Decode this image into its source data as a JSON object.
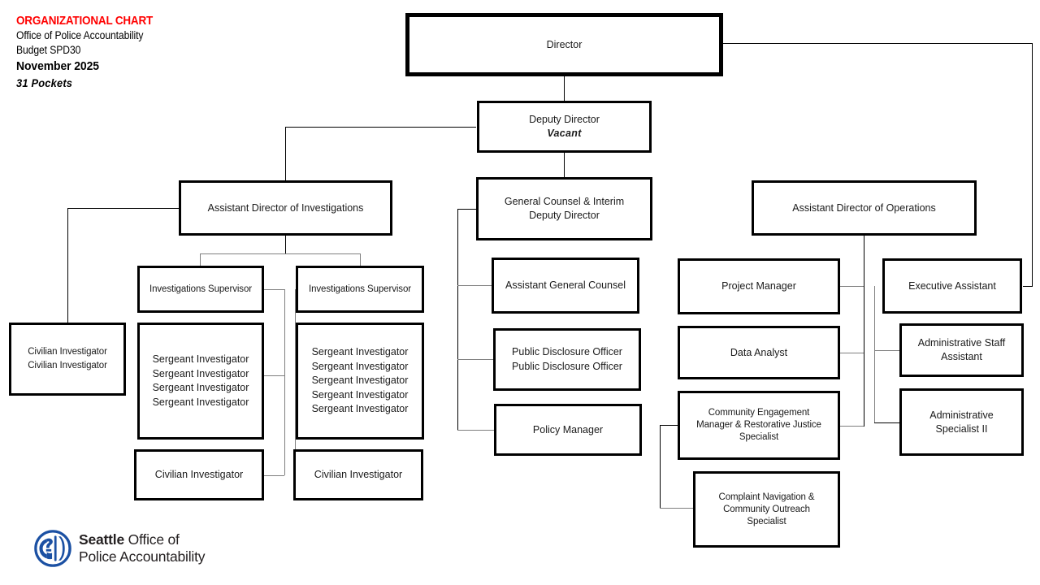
{
  "header": {
    "title": "ORGANIZATIONAL CHART",
    "department": "Office of Police Accountability",
    "budget": "Budget SPD30",
    "date": "November 2025",
    "positions": "31 Pockets"
  },
  "logo": {
    "icon": "seattle-city-seal-icon",
    "brand_strong": "Seattle",
    "brand_rest": " Office of",
    "brand_line2": "Police Accountability",
    "color": "#1b50a3"
  },
  "chart_data": {
    "type": "diagram",
    "title": "Office of Police Accountability Organizational Chart",
    "nodes": [
      {
        "id": "director",
        "label": "Director",
        "level": 0
      },
      {
        "id": "deputy-director",
        "label": "Deputy Director",
        "sublabel": "Vacant",
        "level": 1
      },
      {
        "id": "asst-dir-investigations",
        "label": "Assistant Director of Investigations",
        "level": 2
      },
      {
        "id": "general-counsel",
        "label": "General Counsel & Interim\nDeputy Director",
        "level": 2
      },
      {
        "id": "asst-dir-operations",
        "label": "Assistant Director of Operations",
        "level": 2
      },
      {
        "id": "investigations-supervisor-1",
        "label": "Investigations Supervisor",
        "level": 3
      },
      {
        "id": "investigations-supervisor-2",
        "label": "Investigations Supervisor",
        "level": 3
      },
      {
        "id": "civilian-investigator-pair",
        "label": "Civilian Investigator\nCivilian Investigator",
        "level": 3
      },
      {
        "id": "sergeant-group-1",
        "label": "Sergeant Investigator\nSergeant Investigator\nSergeant Investigator\nSergeant Investigator",
        "level": 4
      },
      {
        "id": "sergeant-group-2",
        "label": "Sergeant Investigator\nSergeant Investigator\nSergeant Investigator\nSergeant Investigator\nSergeant Investigator",
        "level": 4
      },
      {
        "id": "civilian-investigator-1",
        "label": "Civilian Investigator",
        "level": 4
      },
      {
        "id": "civilian-investigator-2",
        "label": "Civilian Investigator",
        "level": 4
      },
      {
        "id": "assistant-general-counsel",
        "label": "Assistant General Counsel",
        "level": 3
      },
      {
        "id": "public-disclosure-officers",
        "label": "Public Disclosure Officer\nPublic Disclosure Officer",
        "level": 3
      },
      {
        "id": "policy-manager",
        "label": "Policy Manager",
        "level": 3
      },
      {
        "id": "project-manager",
        "label": "Project Manager",
        "level": 3
      },
      {
        "id": "data-analyst",
        "label": "Data Analyst",
        "level": 3
      },
      {
        "id": "community-engagement-manager",
        "label": "Community Engagement\nManager & Restorative Justice\nSpecialist",
        "level": 3
      },
      {
        "id": "complaint-navigation-specialist",
        "label": "Complaint Navigation &\nCommunity Outreach\nSpecialist",
        "level": 4
      },
      {
        "id": "executive-assistant",
        "label": "Executive Assistant",
        "level": 3
      },
      {
        "id": "administrative-staff-assistant",
        "label": "Administrative Staff\nAssistant",
        "level": 3
      },
      {
        "id": "administrative-specialist-ii",
        "label": "Administrative Specialist II",
        "level": 3
      }
    ],
    "edges": [
      {
        "from": "director",
        "to": "deputy-director"
      },
      {
        "from": "director",
        "to": "executive-assistant"
      },
      {
        "from": "deputy-director",
        "to": "asst-dir-investigations"
      },
      {
        "from": "deputy-director",
        "to": "general-counsel"
      },
      {
        "from": "asst-dir-investigations",
        "to": "investigations-supervisor-1"
      },
      {
        "from": "asst-dir-investigations",
        "to": "investigations-supervisor-2"
      },
      {
        "from": "asst-dir-investigations",
        "to": "civilian-investigator-pair"
      },
      {
        "from": "investigations-supervisor-1",
        "to": "sergeant-group-1"
      },
      {
        "from": "investigations-supervisor-1",
        "to": "civilian-investigator-1"
      },
      {
        "from": "investigations-supervisor-2",
        "to": "sergeant-group-2"
      },
      {
        "from": "investigations-supervisor-2",
        "to": "civilian-investigator-2"
      },
      {
        "from": "general-counsel",
        "to": "assistant-general-counsel"
      },
      {
        "from": "general-counsel",
        "to": "public-disclosure-officers"
      },
      {
        "from": "general-counsel",
        "to": "policy-manager"
      },
      {
        "from": "asst-dir-operations",
        "to": "project-manager"
      },
      {
        "from": "asst-dir-operations",
        "to": "data-analyst"
      },
      {
        "from": "asst-dir-operations",
        "to": "community-engagement-manager"
      },
      {
        "from": "community-engagement-manager",
        "to": "complaint-navigation-specialist"
      },
      {
        "from": "executive-assistant",
        "to": "administrative-staff-assistant"
      },
      {
        "from": "executive-assistant",
        "to": "administrative-specialist-ii"
      }
    ],
    "total_positions": 31
  },
  "nodes": {
    "director": "Director",
    "deputy_director": "Deputy Director",
    "deputy_director_status": "Vacant",
    "asst_dir_investigations": "Assistant Director of Investigations",
    "general_counsel": "General Counsel & Interim\nDeputy Director",
    "asst_dir_operations": "Assistant Director of Operations",
    "investigations_supervisor_1": "Investigations Supervisor",
    "investigations_supervisor_2": "Investigations Supervisor",
    "civilian_investigator_pair": "Civilian Investigator\nCivilian Investigator",
    "sergeant_group_1": "Sergeant Investigator\nSergeant Investigator\nSergeant Investigator\nSergeant Investigator",
    "sergeant_group_2": "Sergeant Investigator\nSergeant Investigator\nSergeant Investigator\nSergeant Investigator\nSergeant Investigator",
    "civilian_investigator_1": "Civilian Investigator",
    "civilian_investigator_2": "Civilian Investigator",
    "assistant_general_counsel": "Assistant General Counsel",
    "public_disclosure_officers": "Public Disclosure Officer\nPublic Disclosure Officer",
    "policy_manager": "Policy Manager",
    "project_manager": "Project Manager",
    "data_analyst": "Data Analyst",
    "community_engagement_manager": "Community Engagement\nManager & Restorative Justice\nSpecialist",
    "complaint_navigation_specialist": "Complaint Navigation &\nCommunity Outreach\nSpecialist",
    "executive_assistant": "Executive Assistant",
    "administrative_staff_assistant": "Administrative Staff\nAssistant",
    "administrative_specialist_ii": "Administrative Specialist II"
  }
}
